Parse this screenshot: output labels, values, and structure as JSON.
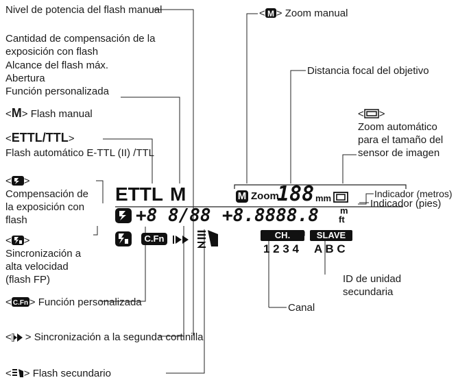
{
  "labels": {
    "power_level": "Nivel de potencia del flash manual",
    "comp_amount": "Cantidad de compensación de la exposición con flash",
    "max_range": "Alcance del flash máx.",
    "aperture": "Abertura",
    "custom_function": "Función personalizada",
    "manual_flash": "Flash manual",
    "manual_flash_symbol": "M",
    "ettl": "ETTL/TTL",
    "ettl_desc": "Flash automático E-TTL (II) /TTL",
    "flash_comp": "Compensación de la exposición con flash",
    "hss": "Sincronización a alta velocidad (flash FP)",
    "cfn_desc": "Función personalizada",
    "second_curtain": "Sincronización a la segunda cortinilla",
    "slave_flash": "Flash secundario",
    "manual_zoom": "Zoom manual",
    "focal_length": "Distancia focal del objetivo",
    "auto_zoom": "Zoom automático para el tamaño del sensor de imagen",
    "meters": "Indicador (metros)",
    "feet": "Indicador (pies)",
    "slave_id": "ID de unidad secundaria",
    "channel": "Canal"
  },
  "lcd": {
    "ettl_text": "ETTL",
    "m_text": "M",
    "zoom_word": "Zoom",
    "zoom_digits": "188",
    "mm": "mm",
    "comp_value": "+8 8/88",
    "distance_value": "+8.8888.8",
    "unit_m": "m",
    "unit_ft": "ft",
    "cfn": "C.Fn",
    "ch": "CH.",
    "ch_digits": "1 2 3 4",
    "slave": "SLAVE",
    "slave_ids": "A B C",
    "m_badge": "M"
  }
}
